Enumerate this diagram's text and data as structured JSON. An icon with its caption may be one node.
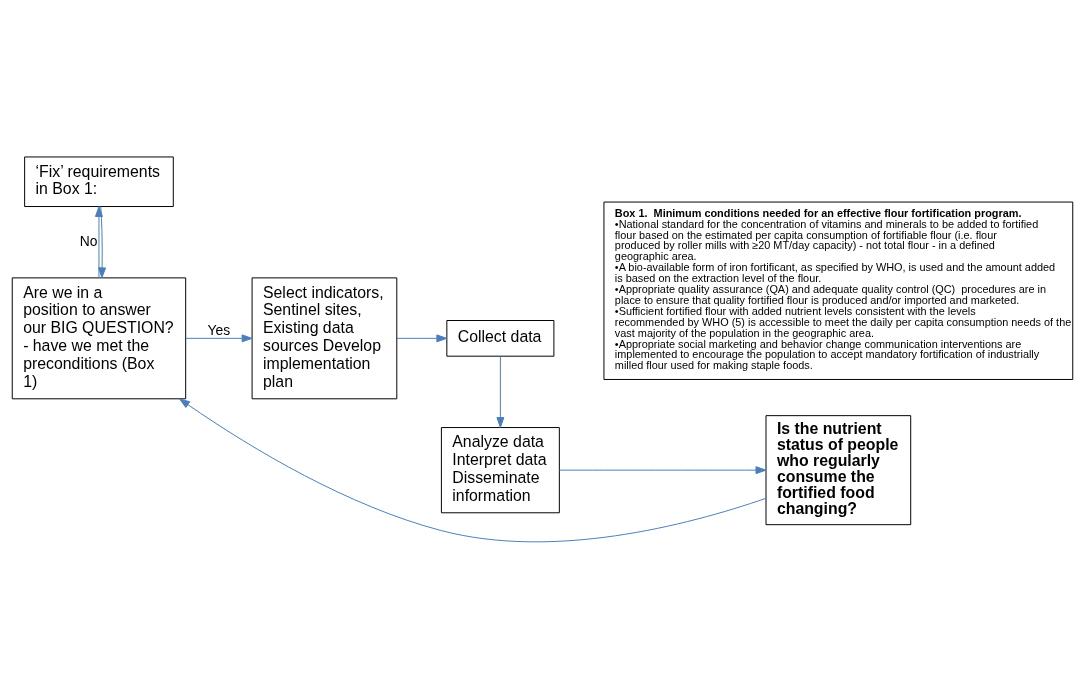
{
  "diagram": {
    "nodes": [
      {
        "text": [
          "Are we in a position to answer our BIG QUESTION? - have we met the preconditions (Box 1)"
        ]
      },
      {
        "text": [
          "Select indicators, Sentinel sites, Existing data sources Develop implementation plan"
        ]
      },
      {
        "text": [
          "Collect data"
        ]
      },
      {
        "text": [
          "Analyze data Interpret data Disseminate information"
        ]
      },
      {
        "text": [
          "Is the nutrient status of people who regularly consume the fortified food changing?"
        ]
      },
      {
        "text": [
          "‘Fix’ requirements in Box 1:"
        ]
      },
      {
        "text": [
          "Box 1.  Minimum conditions needed for an effective flour fortification program.",
          "•National standard for the concentration of vitamins and minerals to be added to fortified flour based on the estimated per capita consumption of fortifiable flour (i.e. flour produced by roller mills with ≥20 MT/day capacity) - not total flour - in a defined geographic area.",
          "•A bio-available form of iron fortificant, as specified by WHO, is used and the amount added is based on the extraction level of the flour.",
          "•Appropriate quality assurance (QA) and adequate quality control (QC)  procedures are in place to ensure that quality fortified flour is produced and/or imported and marketed.",
          "•Sufficient fortified flour with added nutrient levels consistent with the levels recommended by WHO (5) is accessible to meet the daily per capita consumption needs of the vast majority of the population in the geographic area.",
          "•Appropriate social marketing and behavior change communication interventions are implemented to encourage the population to accept mandatory fortification of industrially milled flour used for making staple foods."
        ]
      }
    ],
    "edges": [
      {
        "from": 0,
        "to": 1,
        "arrow": "to",
        "label": "Yes"
      },
      {
        "from": 1,
        "to": 2,
        "arrow": "to"
      },
      {
        "from": 2,
        "to": 3,
        "arrow": "to"
      },
      {
        "from": 3,
        "to": 4,
        "arrow": "to"
      },
      {
        "from": 4,
        "to": 0,
        "arrow": "to"
      },
      {
        "from": 0,
        "to": 5,
        "arrow": "to",
        "label": "No"
      },
      {
        "from": 5,
        "to": 0,
        "arrow": "to"
      }
    ]
  }
}
